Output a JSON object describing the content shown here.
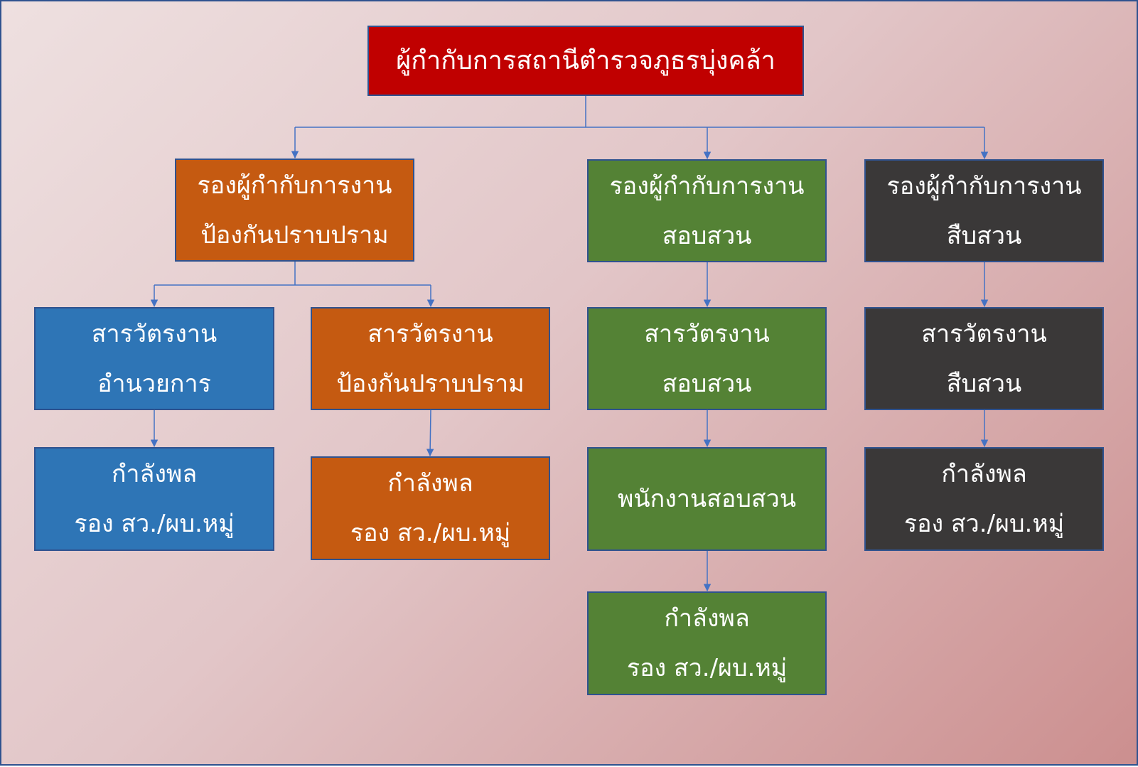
{
  "colors": {
    "red": "#c00000",
    "orange": "#c55a11",
    "green": "#548235",
    "dark": "#3a3838",
    "blue": "#2e75b6",
    "border": "#2f528f",
    "connector": "#4472c4"
  },
  "chart": {
    "root": {
      "lines": [
        "ผู้กำกับการสถานีตำรวจภูธรบุ่งคล้า"
      ]
    },
    "deputies": [
      {
        "id": "deputy-prevention",
        "lines": [
          "รองผู้กำกับการงาน",
          "ป้องกันปราบปราม"
        ],
        "children": [
          {
            "id": "inspector-admin",
            "lines": [
              "สารวัตรงาน",
              "อำนวยการ"
            ],
            "staff": [
              "กำลังพล",
              "รอง สว./ผบ.หมู่"
            ]
          },
          {
            "id": "inspector-prevention",
            "lines": [
              "สารวัตรงาน",
              "ป้องกันปราบปราม"
            ],
            "staff": [
              "กำลังพล",
              "รอง สว./ผบ.หมู่"
            ]
          }
        ]
      },
      {
        "id": "deputy-inquiry",
        "lines": [
          "รองผู้กำกับการงาน",
          "สอบสวน"
        ],
        "inspector": [
          "สารวัตรงาน",
          "สอบสวน"
        ],
        "officer": [
          "พนักงานสอบสวน"
        ],
        "staff": [
          "กำลังพล",
          "รอง สว./ผบ.หมู่"
        ]
      },
      {
        "id": "deputy-investigation",
        "lines": [
          "รองผู้กำกับการงาน",
          "สืบสวน"
        ],
        "inspector": [
          "สารวัตรงาน",
          "สืบสวน"
        ],
        "staff": [
          "กำลังพล",
          "รอง สว./ผบ.หมู่"
        ]
      }
    ]
  }
}
